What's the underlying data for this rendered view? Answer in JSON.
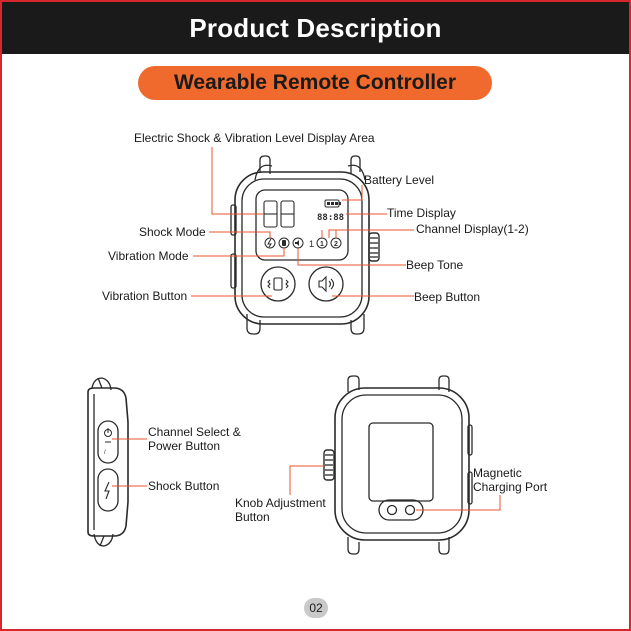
{
  "header": {
    "title": "Product Description"
  },
  "subtitle": "Wearable Remote Controller",
  "labels": {
    "display_area": "Electric Shock & Vibration Level Display Area",
    "battery_level": "Battery Level",
    "time_display": "Time Display",
    "channel_display": "Channel Display(1-2)",
    "shock_mode": "Shock Mode",
    "vibration_mode": "Vibration Mode",
    "beep_tone": "Beep Tone",
    "vibration_button": "Vibration Button",
    "beep_button": "Beep Button",
    "channel_select_line1": "Channel Select &",
    "channel_select_line2": "Power Button",
    "shock_button": "Shock Button",
    "knob_line1": "Knob Adjustment",
    "knob_line2": "Button",
    "magnetic_line1": "Magnetic",
    "magnetic_line2": "Charging Port"
  },
  "screen": {
    "level_digits": "88",
    "time_digits": "88:88",
    "channel_1": "1",
    "channel_2": "2",
    "separator": "1"
  },
  "page_number": "02",
  "colors": {
    "accent": "#ef6a2c",
    "leader": "#e8542f",
    "header_bg": "#1a1a1a",
    "border": "#d8262e"
  }
}
